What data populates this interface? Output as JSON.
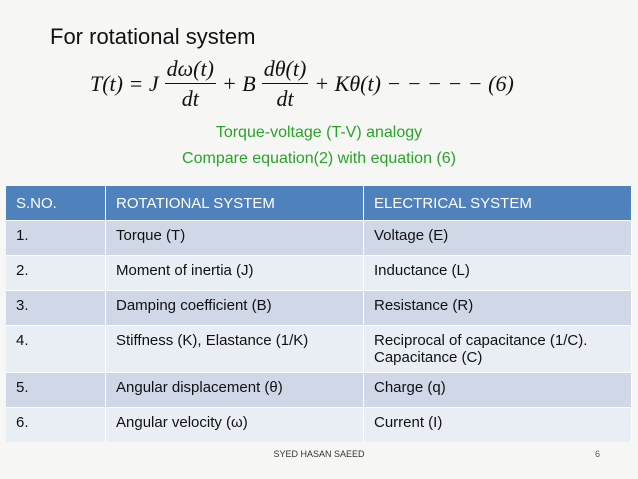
{
  "slide": {
    "heading": "For rotational system",
    "equation": {
      "lhs": "T(t) = J",
      "frac1_num": "dω(t)",
      "frac1_den": "dt",
      "plus_b": "+ B",
      "frac2_num": "dθ(t)",
      "frac2_den": "dt",
      "tail": "+ Kθ(t) − − − − − (6)"
    },
    "analogy_line1": "Torque-voltage (T-V) analogy",
    "analogy_line2": "Compare equation(2) with equation (6)",
    "footer": "SYED HASAN SAEED",
    "page_number": "6",
    "colors": {
      "header": "#4f81bd",
      "row_odd": "#d0d8e8",
      "row_even": "#e9edf4",
      "green": "#2aa32a"
    }
  },
  "table": {
    "headers": [
      "S.NO.",
      "ROTATIONAL SYSTEM",
      "ELECTRICAL SYSTEM"
    ],
    "rows": [
      [
        "1.",
        "Torque (T)",
        "Voltage (E)"
      ],
      [
        "2.",
        "Moment of inertia (J)",
        "Inductance (L)"
      ],
      [
        "3.",
        "Damping coefficient (B)",
        "Resistance (R)"
      ],
      [
        "4.",
        "Stiffness (K), Elastance (1/K)",
        "Reciprocal of capacitance (1/C). Capacitance (C)"
      ],
      [
        "5.",
        "Angular displacement (θ)",
        "Charge (q)"
      ],
      [
        "6.",
        "Angular velocity (ω)",
        "Current (I)"
      ]
    ]
  }
}
